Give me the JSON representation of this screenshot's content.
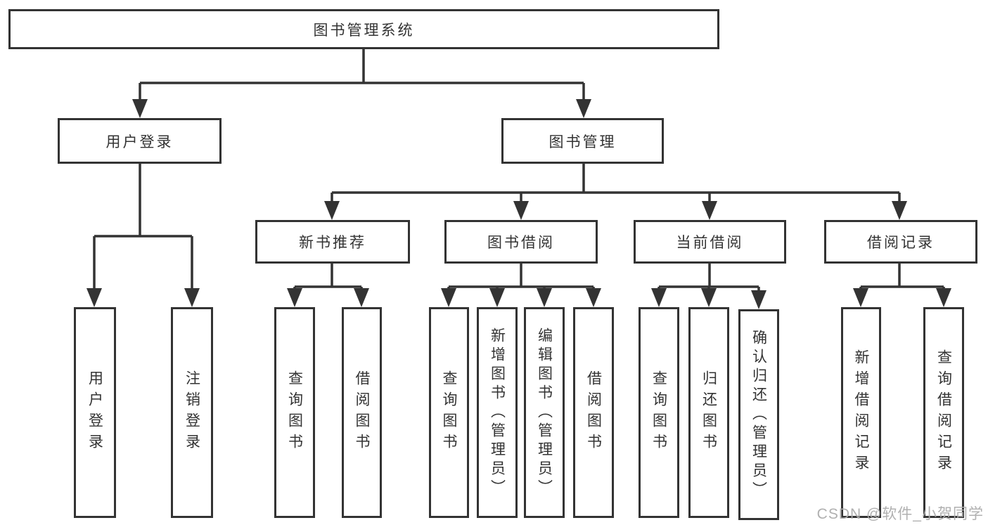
{
  "diagram": {
    "title": "图书管理系统",
    "tree": {
      "root": {
        "label": "图书管理系统"
      },
      "branches": [
        {
          "label": "用户登录",
          "children": [
            {
              "label": "用户登录"
            },
            {
              "label": "注销登录"
            }
          ]
        },
        {
          "label": "图书管理",
          "children": [
            {
              "label": "新书推荐",
              "children": [
                {
                  "label": "查询图书"
                },
                {
                  "label": "借阅图书"
                }
              ]
            },
            {
              "label": "图书借阅",
              "children": [
                {
                  "label": "查询图书"
                },
                {
                  "label": "新增图书（管理员）"
                },
                {
                  "label": "编辑图书（管理员）"
                },
                {
                  "label": "借阅图书"
                }
              ]
            },
            {
              "label": "当前借阅",
              "children": [
                {
                  "label": "查询图书"
                },
                {
                  "label": "归还图书"
                },
                {
                  "label": "确认归还（管理员）"
                }
              ]
            },
            {
              "label": "借阅记录",
              "children": [
                {
                  "label": "新增借阅记录"
                },
                {
                  "label": "查询借阅记录"
                }
              ]
            }
          ]
        }
      ]
    },
    "connector_color": "#333333",
    "watermark": "CSDN @软件_小贺同学"
  }
}
